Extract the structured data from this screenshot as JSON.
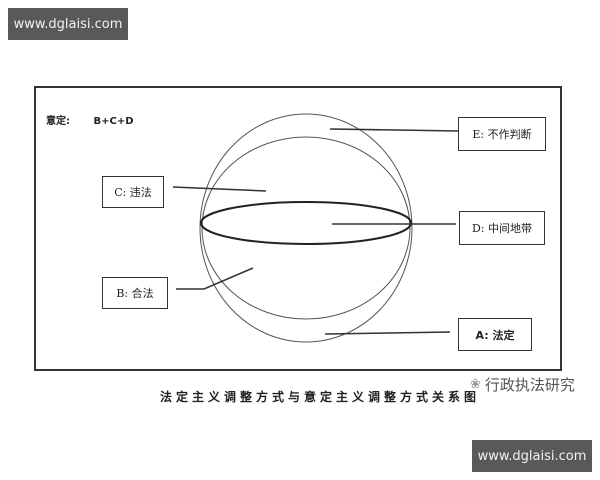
{
  "watermarks": {
    "top": "www.dglaisi.com",
    "bottom": "www.dglaisi.com"
  },
  "legend": {
    "label": "意定:",
    "formula": "B+C+D"
  },
  "regions": [
    {
      "key": "E",
      "label": "E: 不作判断"
    },
    {
      "key": "C",
      "label": "C: 违法"
    },
    {
      "key": "D",
      "label": "D: 中间地带"
    },
    {
      "key": "B",
      "label": "B: 合法"
    },
    {
      "key": "A",
      "label": "A: 法定"
    }
  ],
  "caption": "法定主义调整方式与意定主义调整方式关系图",
  "brand": {
    "icon": "fish-logo-icon",
    "name": "行政执法研究"
  },
  "colors": {
    "line": "#333333",
    "thin_line": "#555555",
    "watermark_bg": "#595959"
  }
}
